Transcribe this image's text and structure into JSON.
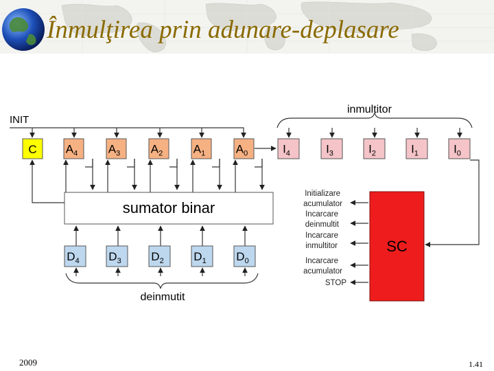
{
  "slide": {
    "title": "Înmulţirea prin adunare-deplasare",
    "year": "2009",
    "page": "1.41"
  },
  "diagram": {
    "init_label": "INIT",
    "multiplier_label": "inmultitor",
    "multiplicand_label": "deinmutit",
    "adder_label": "sumator binar",
    "controller_label": "SC",
    "carry_register": "C",
    "register_base": {
      "accumulator": "A",
      "multiplier": "I",
      "multiplicand": "D"
    },
    "accumulator_subscripts": [
      "4",
      "3",
      "2",
      "1",
      "0"
    ],
    "multiplier_subscripts": [
      "4",
      "3",
      "2",
      "1",
      "0"
    ],
    "multiplicand_subscripts": [
      "4",
      "3",
      "2",
      "1",
      "0"
    ],
    "control_signals": [
      "Initializare",
      "acumulator",
      "Incarcare",
      "deinmultit",
      "Incarcare",
      "inmultitor",
      "Incarcare",
      "acumulator",
      "STOP"
    ],
    "colors": {
      "carry": "#ffff00",
      "accumulator": "#f6b183",
      "multiplier": "#f4c4c8",
      "multiplicand": "#bdd7ee",
      "controller": "#ee1c1c",
      "title": "#8a6a00"
    }
  }
}
